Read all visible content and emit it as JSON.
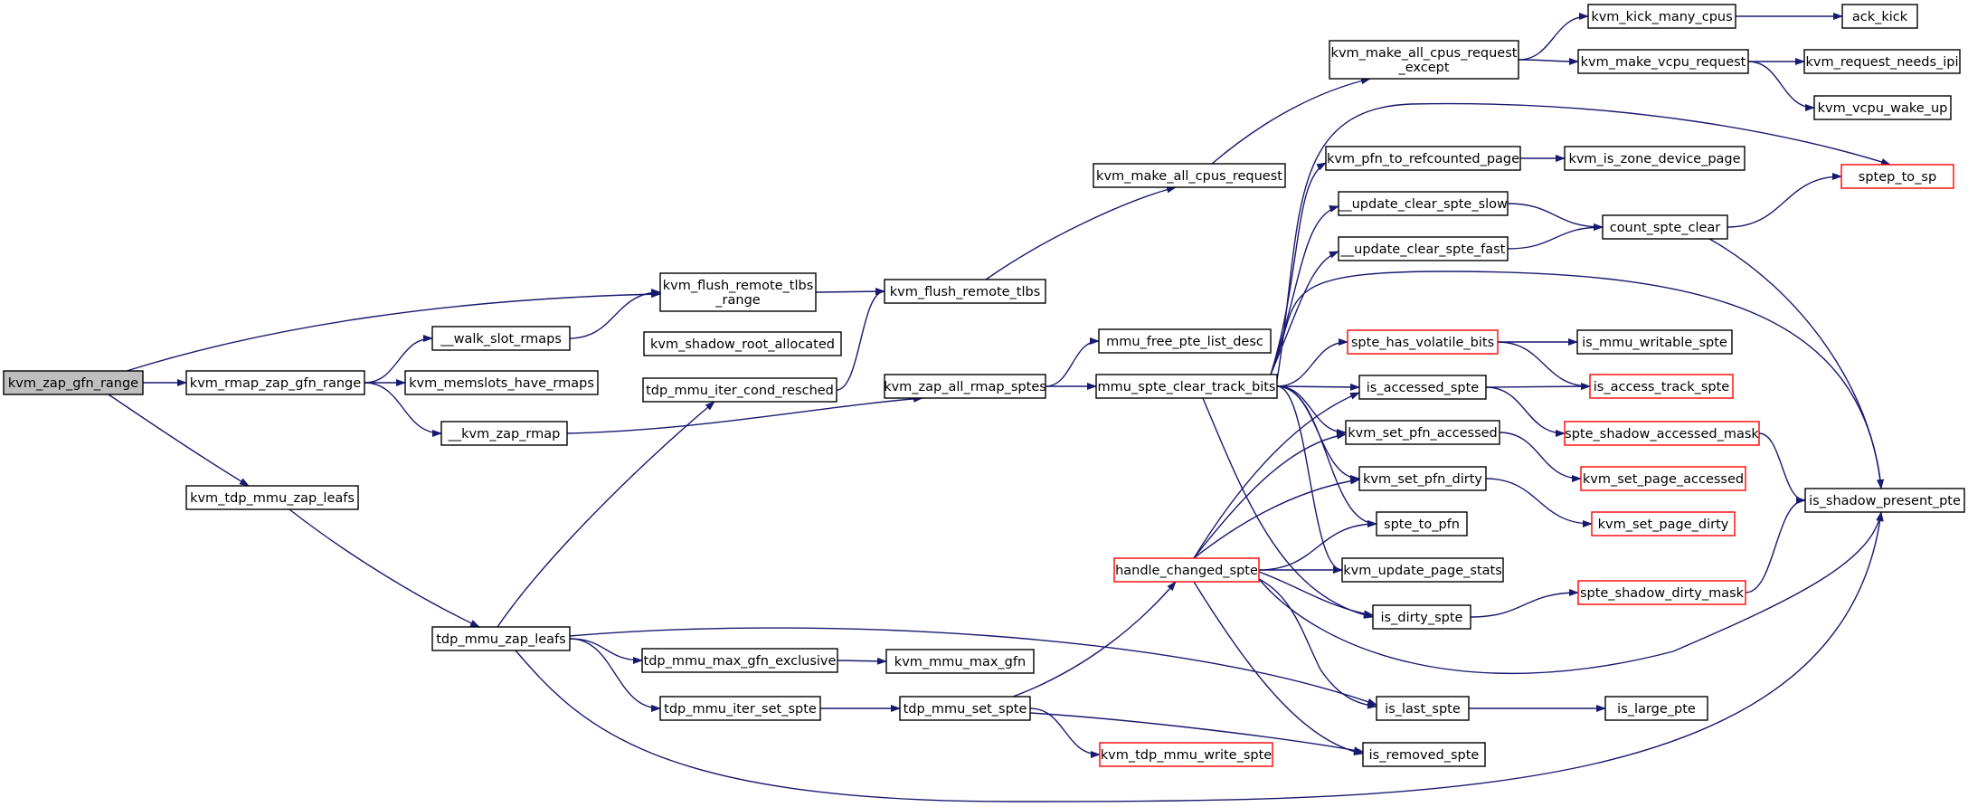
{
  "diagram": {
    "type": "call-graph",
    "edge_color": "#191970",
    "node_border_color": "#000000",
    "truncated_node_border_color": "#ff0000",
    "root_fill_color": "#bfbfbf",
    "nodes": [
      {
        "id": "kvm_zap_gfn_range",
        "lines": [
          "kvm_zap_gfn_range"
        ],
        "root": true
      },
      {
        "id": "kvm_rmap_zap_gfn_range",
        "lines": [
          "kvm_rmap_zap_gfn_range"
        ]
      },
      {
        "id": "kvm_tdp_mmu_zap_leafs",
        "lines": [
          "kvm_tdp_mmu_zap_leafs"
        ]
      },
      {
        "id": "kvm_flush_remote_tlbs_range",
        "lines": [
          "kvm_flush_remote_tlbs",
          "_range"
        ]
      },
      {
        "id": "__walk_slot_rmaps",
        "lines": [
          "__walk_slot_rmaps"
        ]
      },
      {
        "id": "kvm_memslots_have_rmaps",
        "lines": [
          "kvm_memslots_have_rmaps"
        ]
      },
      {
        "id": "__kvm_zap_rmap",
        "lines": [
          "__kvm_zap_rmap"
        ]
      },
      {
        "id": "kvm_shadow_root_allocated",
        "lines": [
          "kvm_shadow_root_allocated"
        ]
      },
      {
        "id": "tdp_mmu_iter_cond_resched",
        "lines": [
          "tdp_mmu_iter_cond_resched"
        ]
      },
      {
        "id": "kvm_flush_remote_tlbs",
        "lines": [
          "kvm_flush_remote_tlbs"
        ]
      },
      {
        "id": "kvm_make_all_cpus_request",
        "lines": [
          "kvm_make_all_cpus_request"
        ]
      },
      {
        "id": "kvm_make_all_cpus_request_except",
        "lines": [
          "kvm_make_all_cpus_request",
          "_except"
        ]
      },
      {
        "id": "kvm_kick_many_cpus",
        "lines": [
          "kvm_kick_many_cpus"
        ]
      },
      {
        "id": "ack_kick",
        "lines": [
          "ack_kick"
        ]
      },
      {
        "id": "kvm_make_vcpu_request",
        "lines": [
          "kvm_make_vcpu_request"
        ]
      },
      {
        "id": "kvm_request_needs_ipi",
        "lines": [
          "kvm_request_needs_ipi"
        ]
      },
      {
        "id": "kvm_vcpu_wake_up",
        "lines": [
          "kvm_vcpu_wake_up"
        ]
      },
      {
        "id": "kvm_zap_all_rmap_sptes",
        "lines": [
          "kvm_zap_all_rmap_sptes"
        ]
      },
      {
        "id": "mmu_free_pte_list_desc",
        "lines": [
          "mmu_free_pte_list_desc"
        ]
      },
      {
        "id": "mmu_spte_clear_track_bits",
        "lines": [
          "mmu_spte_clear_track_bits"
        ]
      },
      {
        "id": "kvm_pfn_to_refcounted_page",
        "lines": [
          "kvm_pfn_to_refcounted_page"
        ]
      },
      {
        "id": "kvm_is_zone_device_page",
        "lines": [
          "kvm_is_zone_device_page"
        ]
      },
      {
        "id": "__update_clear_spte_slow",
        "lines": [
          "__update_clear_spte_slow"
        ]
      },
      {
        "id": "__update_clear_spte_fast",
        "lines": [
          "__update_clear_spte_fast"
        ]
      },
      {
        "id": "count_spte_clear",
        "lines": [
          "count_spte_clear"
        ]
      },
      {
        "id": "sptep_to_sp",
        "lines": [
          "sptep_to_sp"
        ],
        "truncated": true
      },
      {
        "id": "spte_has_volatile_bits",
        "lines": [
          "spte_has_volatile_bits"
        ],
        "truncated": true
      },
      {
        "id": "is_mmu_writable_spte",
        "lines": [
          "is_mmu_writable_spte"
        ]
      },
      {
        "id": "is_accessed_spte",
        "lines": [
          "is_accessed_spte"
        ]
      },
      {
        "id": "is_access_track_spte",
        "lines": [
          "is_access_track_spte"
        ],
        "truncated": true
      },
      {
        "id": "kvm_set_pfn_accessed",
        "lines": [
          "kvm_set_pfn_accessed"
        ]
      },
      {
        "id": "spte_shadow_accessed_mask",
        "lines": [
          "spte_shadow_accessed_mask"
        ],
        "truncated": true
      },
      {
        "id": "kvm_set_pfn_dirty",
        "lines": [
          "kvm_set_pfn_dirty"
        ]
      },
      {
        "id": "kvm_set_page_accessed",
        "lines": [
          "kvm_set_page_accessed"
        ],
        "truncated": true
      },
      {
        "id": "is_shadow_present_pte",
        "lines": [
          "is_shadow_present_pte"
        ]
      },
      {
        "id": "spte_to_pfn",
        "lines": [
          "spte_to_pfn"
        ]
      },
      {
        "id": "kvm_set_page_dirty",
        "lines": [
          "kvm_set_page_dirty"
        ],
        "truncated": true
      },
      {
        "id": "handle_changed_spte",
        "lines": [
          "handle_changed_spte"
        ],
        "truncated": true
      },
      {
        "id": "kvm_update_page_stats",
        "lines": [
          "kvm_update_page_stats"
        ]
      },
      {
        "id": "spte_shadow_dirty_mask",
        "lines": [
          "spte_shadow_dirty_mask"
        ],
        "truncated": true
      },
      {
        "id": "is_dirty_spte",
        "lines": [
          "is_dirty_spte"
        ]
      },
      {
        "id": "tdp_mmu_zap_leafs",
        "lines": [
          "tdp_mmu_zap_leafs"
        ]
      },
      {
        "id": "tdp_mmu_max_gfn_exclusive",
        "lines": [
          "tdp_mmu_max_gfn_exclusive"
        ]
      },
      {
        "id": "kvm_mmu_max_gfn",
        "lines": [
          "kvm_mmu_max_gfn"
        ]
      },
      {
        "id": "tdp_mmu_iter_set_spte",
        "lines": [
          "tdp_mmu_iter_set_spte"
        ]
      },
      {
        "id": "tdp_mmu_set_spte",
        "lines": [
          "tdp_mmu_set_spte"
        ]
      },
      {
        "id": "kvm_tdp_mmu_write_spte",
        "lines": [
          "kvm_tdp_mmu_write_spte"
        ],
        "truncated": true
      },
      {
        "id": "is_last_spte",
        "lines": [
          "is_last_spte"
        ]
      },
      {
        "id": "is_large_pte",
        "lines": [
          "is_large_pte"
        ]
      },
      {
        "id": "is_removed_spte",
        "lines": [
          "is_removed_spte"
        ]
      }
    ],
    "edges": [
      [
        "kvm_zap_gfn_range",
        "kvm_flush_remote_tlbs_range"
      ],
      [
        "kvm_zap_gfn_range",
        "kvm_rmap_zap_gfn_range"
      ],
      [
        "kvm_zap_gfn_range",
        "kvm_tdp_mmu_zap_leafs"
      ],
      [
        "kvm_rmap_zap_gfn_range",
        "__walk_slot_rmaps"
      ],
      [
        "kvm_rmap_zap_gfn_range",
        "kvm_memslots_have_rmaps"
      ],
      [
        "kvm_rmap_zap_gfn_range",
        "__kvm_zap_rmap"
      ],
      [
        "__walk_slot_rmaps",
        "kvm_flush_remote_tlbs_range"
      ],
      [
        "kvm_flush_remote_tlbs_range",
        "kvm_flush_remote_tlbs"
      ],
      [
        "kvm_flush_remote_tlbs",
        "kvm_make_all_cpus_request"
      ],
      [
        "kvm_make_all_cpus_request",
        "kvm_make_all_cpus_request_except"
      ],
      [
        "kvm_make_all_cpus_request_except",
        "kvm_kick_many_cpus"
      ],
      [
        "kvm_make_all_cpus_request_except",
        "kvm_make_vcpu_request"
      ],
      [
        "kvm_kick_many_cpus",
        "ack_kick"
      ],
      [
        "kvm_make_vcpu_request",
        "kvm_request_needs_ipi"
      ],
      [
        "kvm_make_vcpu_request",
        "kvm_vcpu_wake_up"
      ],
      [
        "tdp_mmu_iter_cond_resched",
        "kvm_flush_remote_tlbs"
      ],
      [
        "__kvm_zap_rmap",
        "kvm_zap_all_rmap_sptes"
      ],
      [
        "kvm_zap_all_rmap_sptes",
        "mmu_free_pte_list_desc"
      ],
      [
        "kvm_zap_all_rmap_sptes",
        "mmu_spte_clear_track_bits"
      ],
      [
        "mmu_spte_clear_track_bits",
        "kvm_pfn_to_refcounted_page"
      ],
      [
        "mmu_spte_clear_track_bits",
        "__update_clear_spte_slow"
      ],
      [
        "mmu_spte_clear_track_bits",
        "__update_clear_spte_fast"
      ],
      [
        "mmu_spte_clear_track_bits",
        "sptep_to_sp"
      ],
      [
        "mmu_spte_clear_track_bits",
        "is_shadow_present_pte"
      ],
      [
        "mmu_spte_clear_track_bits",
        "spte_has_volatile_bits"
      ],
      [
        "mmu_spte_clear_track_bits",
        "is_accessed_spte"
      ],
      [
        "mmu_spte_clear_track_bits",
        "kvm_set_pfn_accessed"
      ],
      [
        "mmu_spte_clear_track_bits",
        "kvm_set_pfn_dirty"
      ],
      [
        "mmu_spte_clear_track_bits",
        "spte_to_pfn"
      ],
      [
        "mmu_spte_clear_track_bits",
        "kvm_update_page_stats"
      ],
      [
        "mmu_spte_clear_track_bits",
        "is_dirty_spte"
      ],
      [
        "kvm_pfn_to_refcounted_page",
        "kvm_is_zone_device_page"
      ],
      [
        "__update_clear_spte_slow",
        "count_spte_clear"
      ],
      [
        "__update_clear_spte_fast",
        "count_spte_clear"
      ],
      [
        "count_spte_clear",
        "sptep_to_sp"
      ],
      [
        "count_spte_clear",
        "is_shadow_present_pte"
      ],
      [
        "spte_has_volatile_bits",
        "is_mmu_writable_spte"
      ],
      [
        "spte_has_volatile_bits",
        "is_access_track_spte"
      ],
      [
        "is_accessed_spte",
        "is_access_track_spte"
      ],
      [
        "is_accessed_spte",
        "spte_shadow_accessed_mask"
      ],
      [
        "spte_shadow_accessed_mask",
        "is_shadow_present_pte"
      ],
      [
        "kvm_set_pfn_accessed",
        "kvm_set_page_accessed"
      ],
      [
        "kvm_set_pfn_dirty",
        "kvm_set_page_dirty"
      ],
      [
        "is_dirty_spte",
        "spte_shadow_dirty_mask"
      ],
      [
        "spte_shadow_dirty_mask",
        "is_shadow_present_pte"
      ],
      [
        "kvm_tdp_mmu_zap_leafs",
        "tdp_mmu_zap_leafs"
      ],
      [
        "tdp_mmu_zap_leafs",
        "tdp_mmu_iter_cond_resched"
      ],
      [
        "tdp_mmu_zap_leafs",
        "tdp_mmu_max_gfn_exclusive"
      ],
      [
        "tdp_mmu_zap_leafs",
        "tdp_mmu_iter_set_spte"
      ],
      [
        "tdp_mmu_zap_leafs",
        "is_last_spte"
      ],
      [
        "tdp_mmu_zap_leafs",
        "is_shadow_present_pte"
      ],
      [
        "tdp_mmu_max_gfn_exclusive",
        "kvm_mmu_max_gfn"
      ],
      [
        "tdp_mmu_iter_set_spte",
        "tdp_mmu_set_spte"
      ],
      [
        "tdp_mmu_set_spte",
        "handle_changed_spte"
      ],
      [
        "tdp_mmu_set_spte",
        "kvm_tdp_mmu_write_spte"
      ],
      [
        "tdp_mmu_set_spte",
        "is_removed_spte"
      ],
      [
        "handle_changed_spte",
        "is_accessed_spte"
      ],
      [
        "handle_changed_spte",
        "kvm_set_pfn_accessed"
      ],
      [
        "handle_changed_spte",
        "kvm_set_pfn_dirty"
      ],
      [
        "handle_changed_spte",
        "spte_to_pfn"
      ],
      [
        "handle_changed_spte",
        "kvm_update_page_stats"
      ],
      [
        "handle_changed_spte",
        "is_dirty_spte"
      ],
      [
        "handle_changed_spte",
        "is_last_spte"
      ],
      [
        "handle_changed_spte",
        "is_removed_spte"
      ],
      [
        "handle_changed_spte",
        "is_shadow_present_pte"
      ],
      [
        "is_last_spte",
        "is_large_pte"
      ]
    ]
  }
}
